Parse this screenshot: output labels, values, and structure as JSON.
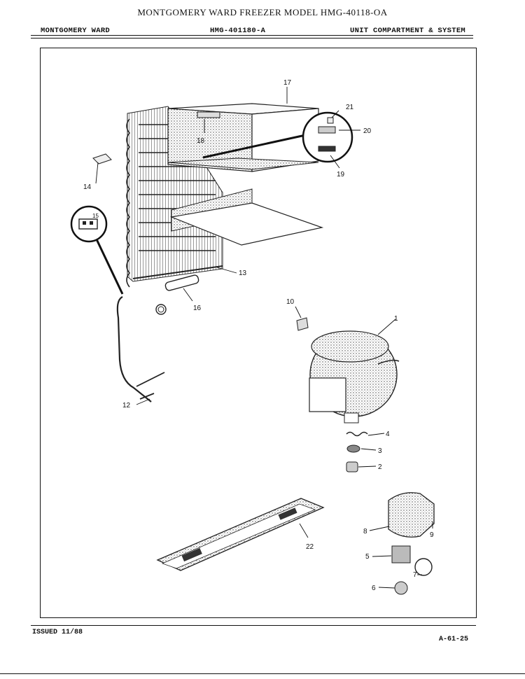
{
  "header": {
    "title": "MONTGOMERY WARD FREEZER MODEL HMG-40118-OA",
    "brand": "MONTGOMERY WARD",
    "model": "HMG-401180-A",
    "section": "UNIT COMPARTMENT & SYSTEM"
  },
  "footer": {
    "issued": "ISSUED 11/88",
    "page_code": "A-61-25"
  },
  "callouts": {
    "c1": "1",
    "c2": "2",
    "c3": "3",
    "c4": "4",
    "c5": "5",
    "c6": "6",
    "c7": "7",
    "c8": "8",
    "c9": "9",
    "c10": "10",
    "c12": "12",
    "c13": "13",
    "c14": "14",
    "c15": "15",
    "c16": "16",
    "c17": "17",
    "c18": "18",
    "c19": "19",
    "c20": "20",
    "c21": "21",
    "c22": "22"
  }
}
